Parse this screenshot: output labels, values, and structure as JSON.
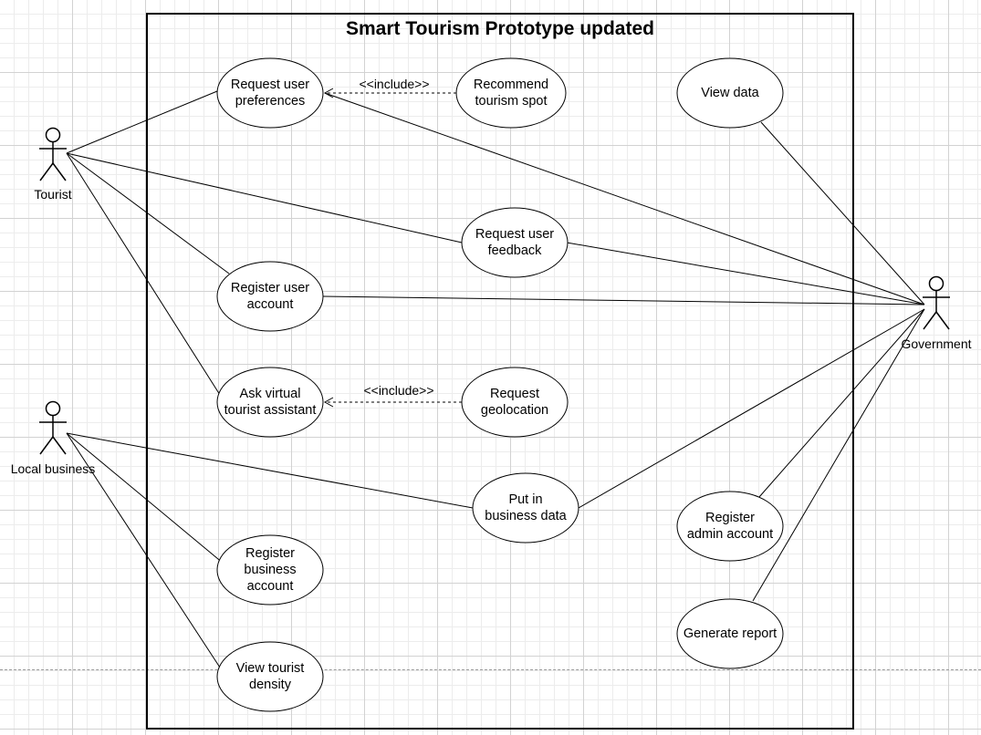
{
  "diagram": {
    "title": "Smart Tourism Prototype updated"
  },
  "actors": [
    {
      "id": "tourist",
      "label": "Tourist"
    },
    {
      "id": "local_business",
      "label": "Local business"
    },
    {
      "id": "government",
      "label": "Government"
    }
  ],
  "use_cases": [
    {
      "id": "request_prefs",
      "lines": [
        "Request user",
        "preferences"
      ]
    },
    {
      "id": "recommend_spot",
      "lines": [
        "Recommend",
        "tourism spot"
      ]
    },
    {
      "id": "view_data",
      "lines": [
        "View data"
      ]
    },
    {
      "id": "request_feedback",
      "lines": [
        "Request user",
        "feedback"
      ]
    },
    {
      "id": "register_user",
      "lines": [
        "Register user",
        "account"
      ]
    },
    {
      "id": "ask_assistant",
      "lines": [
        "Ask virtual",
        "tourist assistant"
      ]
    },
    {
      "id": "request_geo",
      "lines": [
        "Request",
        "geolocation"
      ]
    },
    {
      "id": "put_business",
      "lines": [
        "Put in",
        "business data"
      ]
    },
    {
      "id": "register_admin",
      "lines": [
        "Register",
        "admin account"
      ]
    },
    {
      "id": "register_business",
      "lines": [
        "Register",
        "business",
        "account"
      ]
    },
    {
      "id": "generate_report",
      "lines": [
        "Generate report"
      ]
    },
    {
      "id": "view_density",
      "lines": [
        "View tourist",
        "density"
      ]
    }
  ],
  "associations": [
    [
      "tourist",
      "request_prefs"
    ],
    [
      "tourist",
      "request_feedback"
    ],
    [
      "tourist",
      "register_user"
    ],
    [
      "tourist",
      "ask_assistant"
    ],
    [
      "local_business",
      "put_business"
    ],
    [
      "local_business",
      "register_business"
    ],
    [
      "local_business",
      "view_density"
    ],
    [
      "government",
      "request_prefs"
    ],
    [
      "government",
      "view_data"
    ],
    [
      "government",
      "request_feedback"
    ],
    [
      "government",
      "register_user"
    ],
    [
      "government",
      "put_business"
    ],
    [
      "government",
      "register_admin"
    ],
    [
      "government",
      "generate_report"
    ]
  ],
  "includes": [
    {
      "from": "recommend_spot",
      "to": "request_prefs",
      "label": "<<include>>"
    },
    {
      "from": "request_geo",
      "to": "ask_assistant",
      "label": "<<include>>"
    }
  ]
}
